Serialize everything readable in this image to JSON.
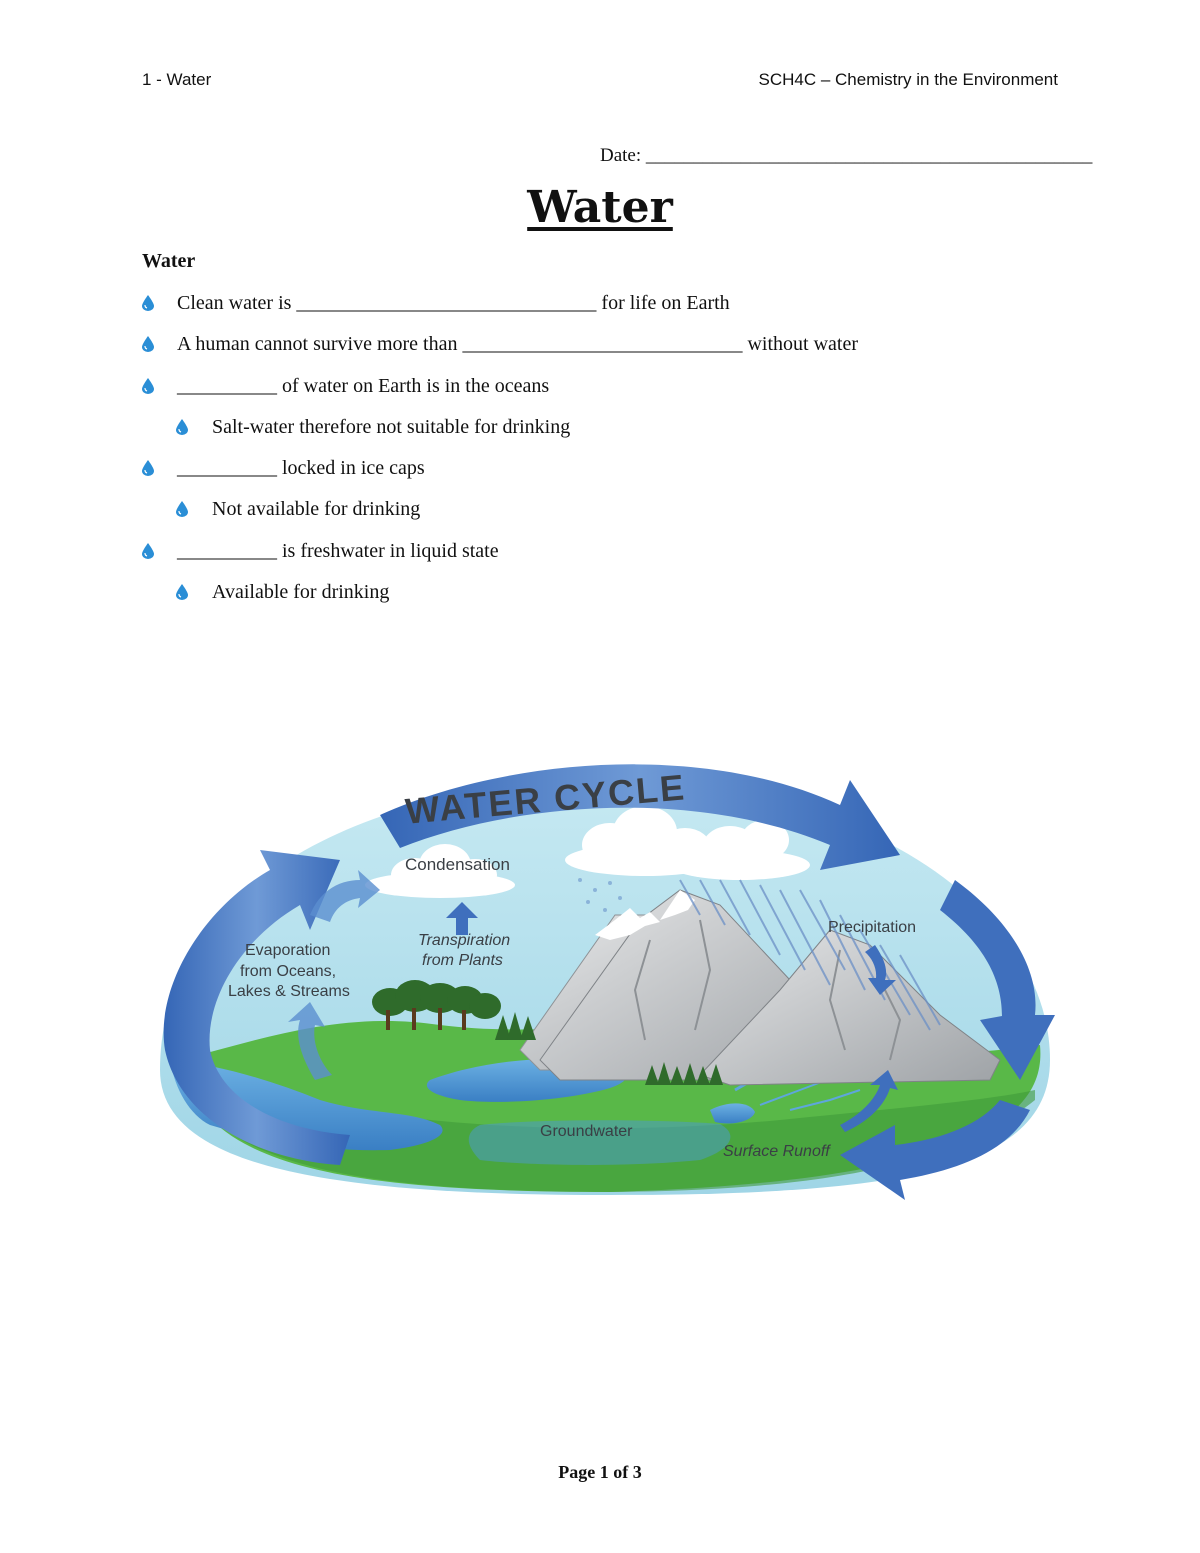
{
  "header": {
    "left": "1 - Water",
    "right": "SCH4C – Chemistry in the Environment"
  },
  "date": {
    "label": "Date:",
    "blank": "_______________________________________________"
  },
  "title": "Water",
  "section_heading": "Water",
  "bullets": [
    {
      "level": 1,
      "text": "Clean water is ______________________________ for life on Earth"
    },
    {
      "level": 1,
      "text": "A human cannot survive more than ____________________________ without water"
    },
    {
      "level": 1,
      "text": "__________ of water on Earth is in the oceans"
    },
    {
      "level": 2,
      "text": "Salt-water therefore not suitable for drinking"
    },
    {
      "level": 1,
      "text": "__________ locked in ice caps"
    },
    {
      "level": 2,
      "text": "Not available for drinking"
    },
    {
      "level": 1,
      "text": "__________ is freshwater in liquid state"
    },
    {
      "level": 2,
      "text": " Available for drinking"
    }
  ],
  "diagram": {
    "title": "WATER CYCLE",
    "labels": {
      "condensation": "Condensation",
      "transpiration_1": "Transpiration",
      "transpiration_2": "from Plants",
      "evaporation_1": "Evaporation",
      "evaporation_2": "from Oceans,",
      "evaporation_3": "Lakes & Streams",
      "precipitation": "Precipitation",
      "groundwater": "Groundwater",
      "surface_runoff": "Surface Runoff"
    },
    "colors": {
      "sky": "#a8dbe9",
      "arrow": "#3f6fbd",
      "ground": "#59b848",
      "water": "#3f86c9",
      "mountain": "#b9bcbf"
    }
  },
  "footer": "Page 1 of 3"
}
